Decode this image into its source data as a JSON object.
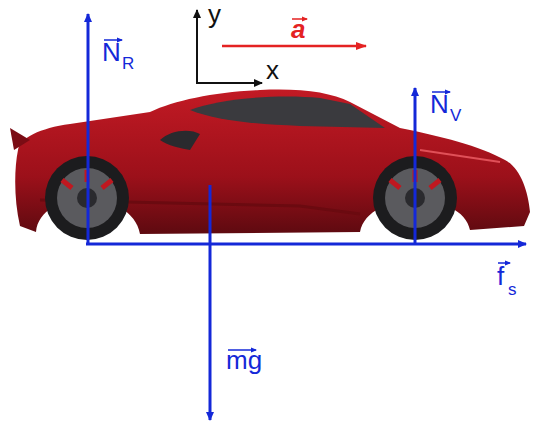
{
  "diagram": {
    "labels": [
      "y",
      "x",
      "a",
      "N",
      "R",
      "N",
      "V",
      "f",
      "s",
      "mg"
    ]
  }
}
